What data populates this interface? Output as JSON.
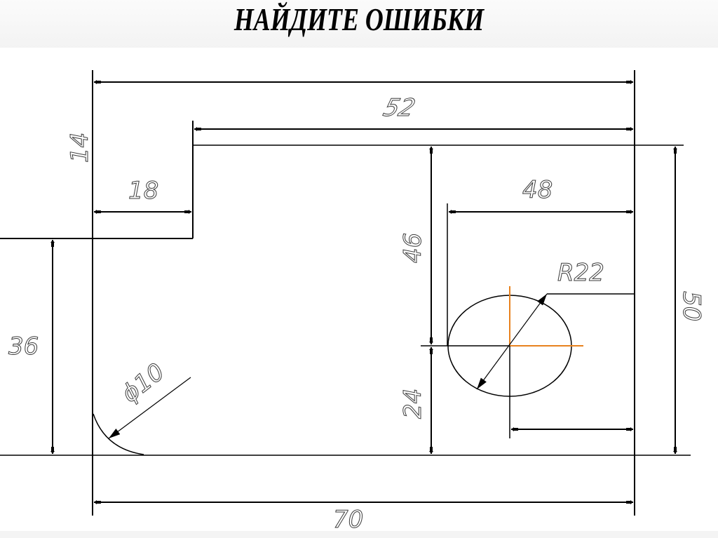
{
  "header": {
    "title": "НАЙДИТЕ ОШИБКИ"
  },
  "drawing": {
    "dimensions": {
      "overall_width_top": "",
      "step_width": "52",
      "step_height": "14",
      "left_step": "18",
      "left_height": "36",
      "hole_offset_x": "48",
      "hole_offset_top": "46",
      "hole_offset_bottom": "24",
      "overall_height": "50",
      "hole_radius": "R22",
      "corner_diameter": "ϕ10",
      "overall_width": "70"
    },
    "colors": {
      "outline": "#000000",
      "centerline": "#e8821e",
      "text": "#3a3a3a"
    }
  }
}
